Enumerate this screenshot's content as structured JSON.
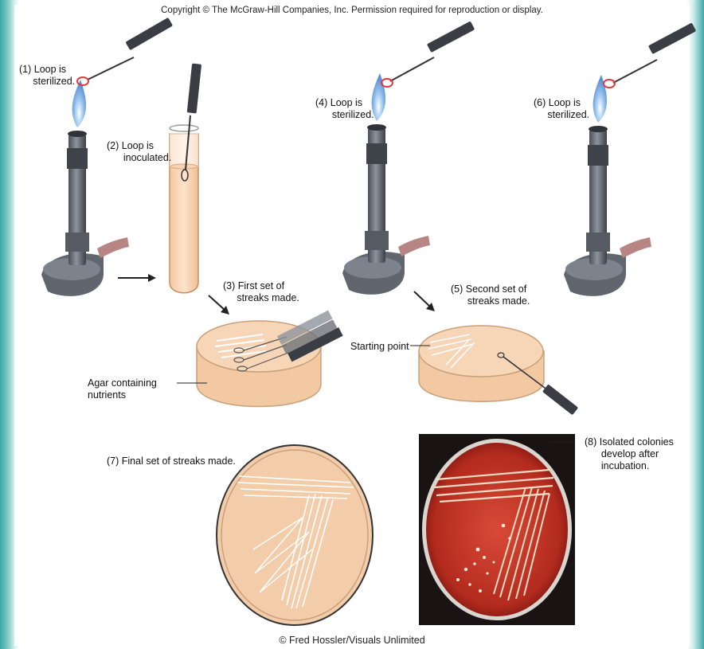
{
  "copyright": "Copyright © The McGraw-Hill Companies, Inc. Permission required for reproduction or display.",
  "labels": {
    "step1": "(1) Loop is\n     sterilized.",
    "step2": "(2) Loop is\n      inoculated.",
    "step3": "(3) First set of\n     streaks made.",
    "step4": "(4) Loop is\n      sterilized.",
    "step5": "(5) Second set of\n      streaks made.",
    "step6": "(6) Loop is\n     sterilized.",
    "step7": "(7) Final set of streaks made.",
    "step8": "(8) Isolated colonies\n      develop after\n      incubation.",
    "agar": "Agar containing\nnutrients",
    "starting_point": "Starting point"
  },
  "credit": "© Fred Hossler/Visuals Unlimited"
}
